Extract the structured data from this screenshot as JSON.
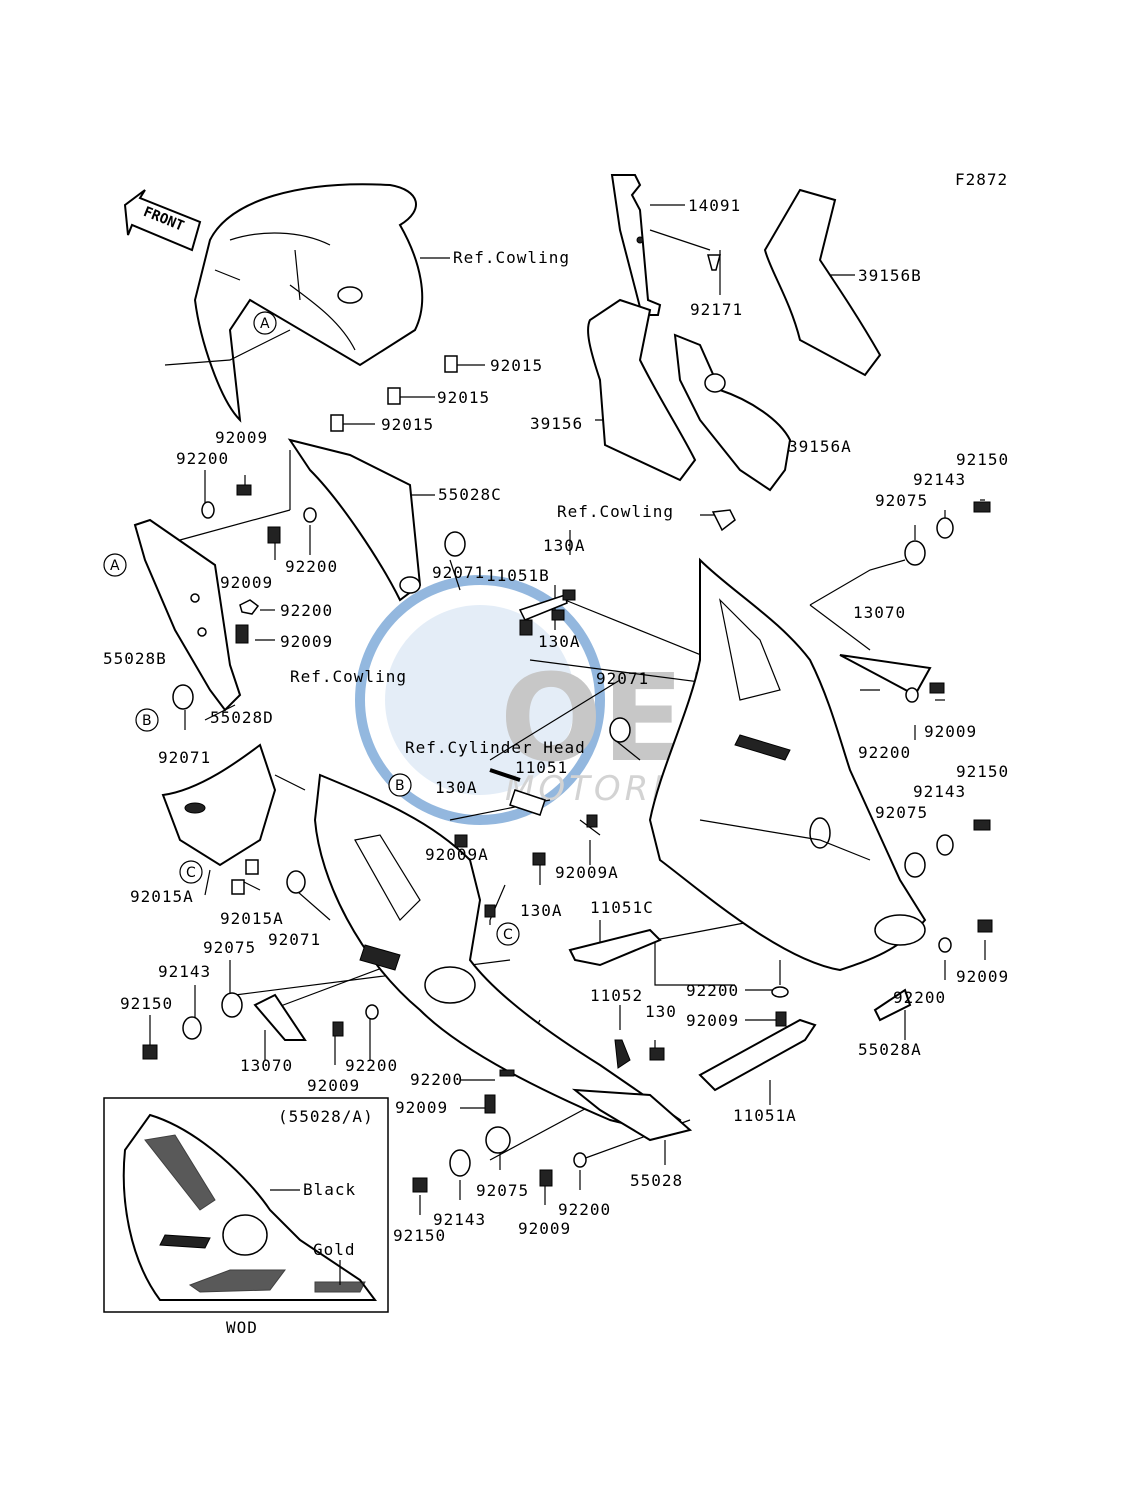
{
  "figure_code": "F2872",
  "front_label": "FRONT",
  "watermark": {
    "brand": "OEM",
    "sub": "MOTORPARTS",
    "colors": {
      "blue": "#3b7ec4",
      "gray": "#9a9a9a"
    }
  },
  "inset": {
    "title": "(55028/A)",
    "black_label": "Black",
    "gold_label": "Gold",
    "caption": "WOD"
  },
  "circles": {
    "A": "A",
    "B": "B",
    "C": "C"
  },
  "labels": {
    "ref_cowling_top": "Ref.Cowling",
    "p92015_1": "92015",
    "p92015_2": "92015",
    "p92015_3": "92015",
    "p92009_top": "92009",
    "p92200_left": "92200",
    "p55028c": "55028C",
    "p92009_mid": "92009",
    "p92200_mid": "92200",
    "p92200_mid2": "92200",
    "p92009_mid2": "92009",
    "p92071_a": "92071",
    "p55028b": "55028B",
    "p92071_b": "92071",
    "p55028d": "55028D",
    "ref_cowling_mid": "Ref.Cowling",
    "ref_cyl_head": "Ref.Cylinder Head",
    "p11051": "11051",
    "p130a_1": "130A",
    "p92009a_1": "92009A",
    "p130a_2": "130A",
    "p92015a_1": "92015A",
    "p92015a_2": "92015A",
    "p92071_c": "92071",
    "p92075_l": "92075",
    "p92143_l": "92143",
    "p92150_l": "92150",
    "p13070_l": "13070",
    "p92009_bl": "92009",
    "p92200_bl": "92200",
    "p14091": "14091",
    "p92171": "92171",
    "p39156b": "39156B",
    "p39156": "39156",
    "p39156a": "39156A",
    "ref_cowling_right": "Ref.Cowling",
    "p130a_3": "130A",
    "p11051b": "11051B",
    "p130a_4": "130A",
    "p92071_d": "92071",
    "p92009a_2": "92009A",
    "p92075_r1": "92075",
    "p92143_r1": "92143",
    "p92150_r1": "92150",
    "p13070_r": "13070",
    "p92009_r1": "92009",
    "p92200_r1": "92200",
    "p92150_r2": "92150",
    "p92143_r2": "92143",
    "p92075_r2": "92075",
    "p11051c": "11051C",
    "p92200_r2": "92200",
    "p92009_r2": "92009",
    "p92009_r3": "92009",
    "p92200_r3": "92200",
    "p55028a": "55028A",
    "p11052": "11052",
    "p130": "130",
    "p11051a": "11051A",
    "p92200_b": "92200",
    "p92009_b": "92009",
    "p55028": "55028",
    "p92150_b": "92150",
    "p92143_b": "92143",
    "p92075_b": "92075",
    "p92009_b2": "92009",
    "p92200_b2": "92200"
  }
}
